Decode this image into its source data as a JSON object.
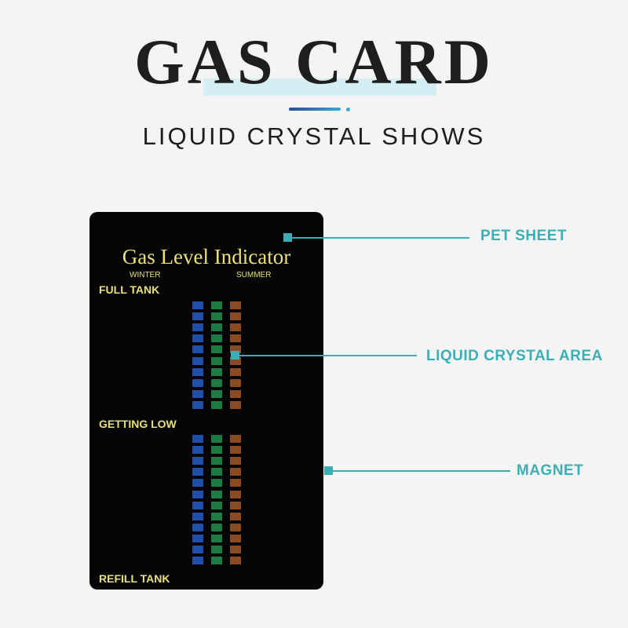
{
  "header": {
    "title": "GAS CARD",
    "subtitle": "LIQUID CRYSTAL SHOWS"
  },
  "card": {
    "title": "Gas Level Indicator",
    "season_winter": "WINTER",
    "season_summer": "SUMMER",
    "label_full": "FULL TANK",
    "label_low": "GETTING LOW",
    "label_refill": "REFILL TANK",
    "upper_rows": 10,
    "lower_rows": 12,
    "column_colors": [
      "#1f4fa8",
      "#1c7a42",
      "#8a4a22"
    ]
  },
  "callouts": {
    "pet_sheet": "PET SHEET",
    "liquid_crystal_area": "LIQUID CRYSTAL AREA",
    "magnet": "MAGNET"
  },
  "colors": {
    "accent": "#3ab0b6",
    "card_text": "#e9e07a",
    "card_bg": "#050505"
  }
}
